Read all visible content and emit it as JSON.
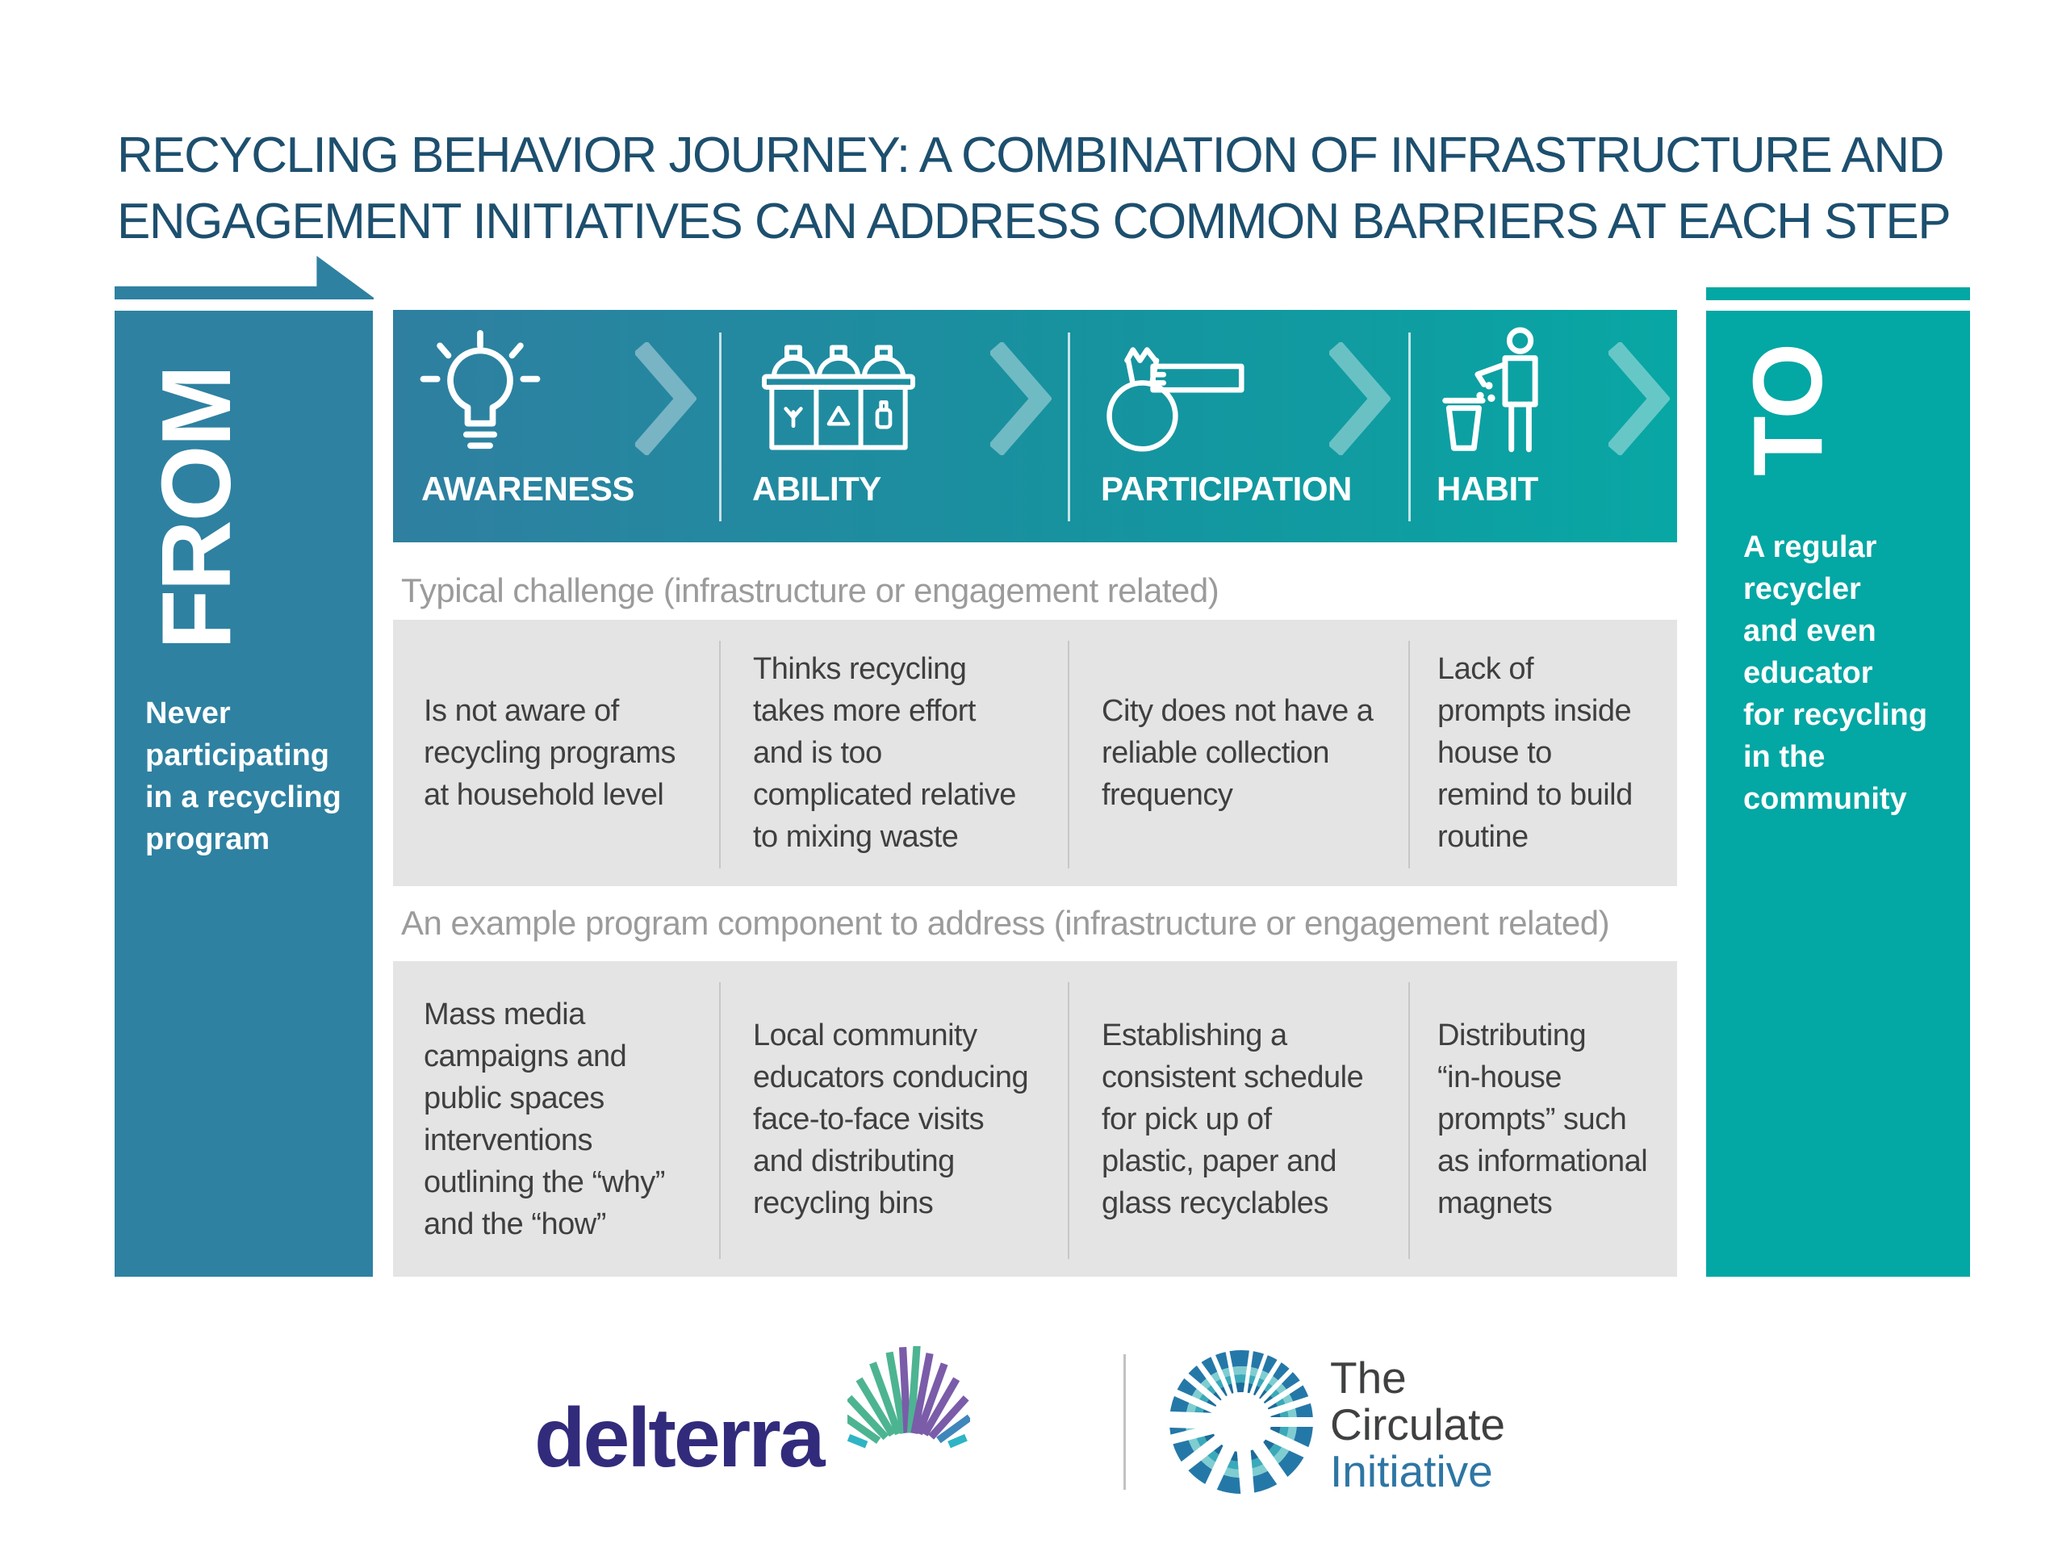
{
  "title": {
    "line1": "RECYCLING BEHAVIOR JOURNEY: A COMBINATION OF INFRASTRUCTURE AND",
    "line2": "ENGAGEMENT INITIATIVES CAN ADDRESS COMMON BARRIERS AT EACH STEP"
  },
  "from_panel": {
    "label": "FROM",
    "description": "Never\nparticipating\nin a recycling\nprogram"
  },
  "to_panel": {
    "label": "TO",
    "description": "A regular\nrecycler\nand even\neducator\nfor recycling\nin the\ncommunity"
  },
  "steps": [
    {
      "label": "AWARENESS",
      "icon": "lightbulb-icon"
    },
    {
      "label": "ABILITY",
      "icon": "recycling-bins-icon"
    },
    {
      "label": "PARTICIPATION",
      "icon": "hand-trash-bag-icon"
    },
    {
      "label": "HABIT",
      "icon": "person-disposing-icon"
    }
  ],
  "challenges": {
    "heading": "Typical challenge (infrastructure or engagement related)",
    "cells": [
      "Is not aware of\nrecycling programs\nat household level",
      "Thinks recycling\ntakes more effort\nand is too\ncomplicated relative\nto mixing waste",
      "City does not have a\nreliable collection\nfrequency",
      "Lack of\nprompts inside\nhouse to\nremind to build\nroutine"
    ]
  },
  "programs": {
    "heading": "An example program component to address (infrastructure or engagement related)",
    "cells": [
      "Mass media\ncampaigns and\npublic spaces\ninterventions\noutlining the “why”\nand the “how”",
      "Local community\neducators conducing\nface-to-face visits\nand distributing\nrecycling bins",
      "Establishing a\nconsistent schedule\nfor pick up of\nplastic, paper and\nglass recyclables",
      "Distributing\n“in-house\nprompts” such\nas informational\nmagnets"
    ]
  },
  "footer": {
    "delterra_wordmark": "delterra",
    "circulate_line1": "The",
    "circulate_line2": "Circulate",
    "circulate_line3": "Initiative"
  },
  "colors": {
    "from_blue": "#2e81a1",
    "to_teal": "#03a7a3",
    "band_gradient_start": "#2f7fa0",
    "band_gradient_end": "#08a7a4",
    "title_text": "#1d4f6e",
    "section_heading_gray": "#9b9b9b",
    "cell_background": "#e4e4e4",
    "cell_text": "#3f3f3f",
    "delterra_purple": "#322b7c",
    "circulate_blue": "#2e76a4"
  }
}
